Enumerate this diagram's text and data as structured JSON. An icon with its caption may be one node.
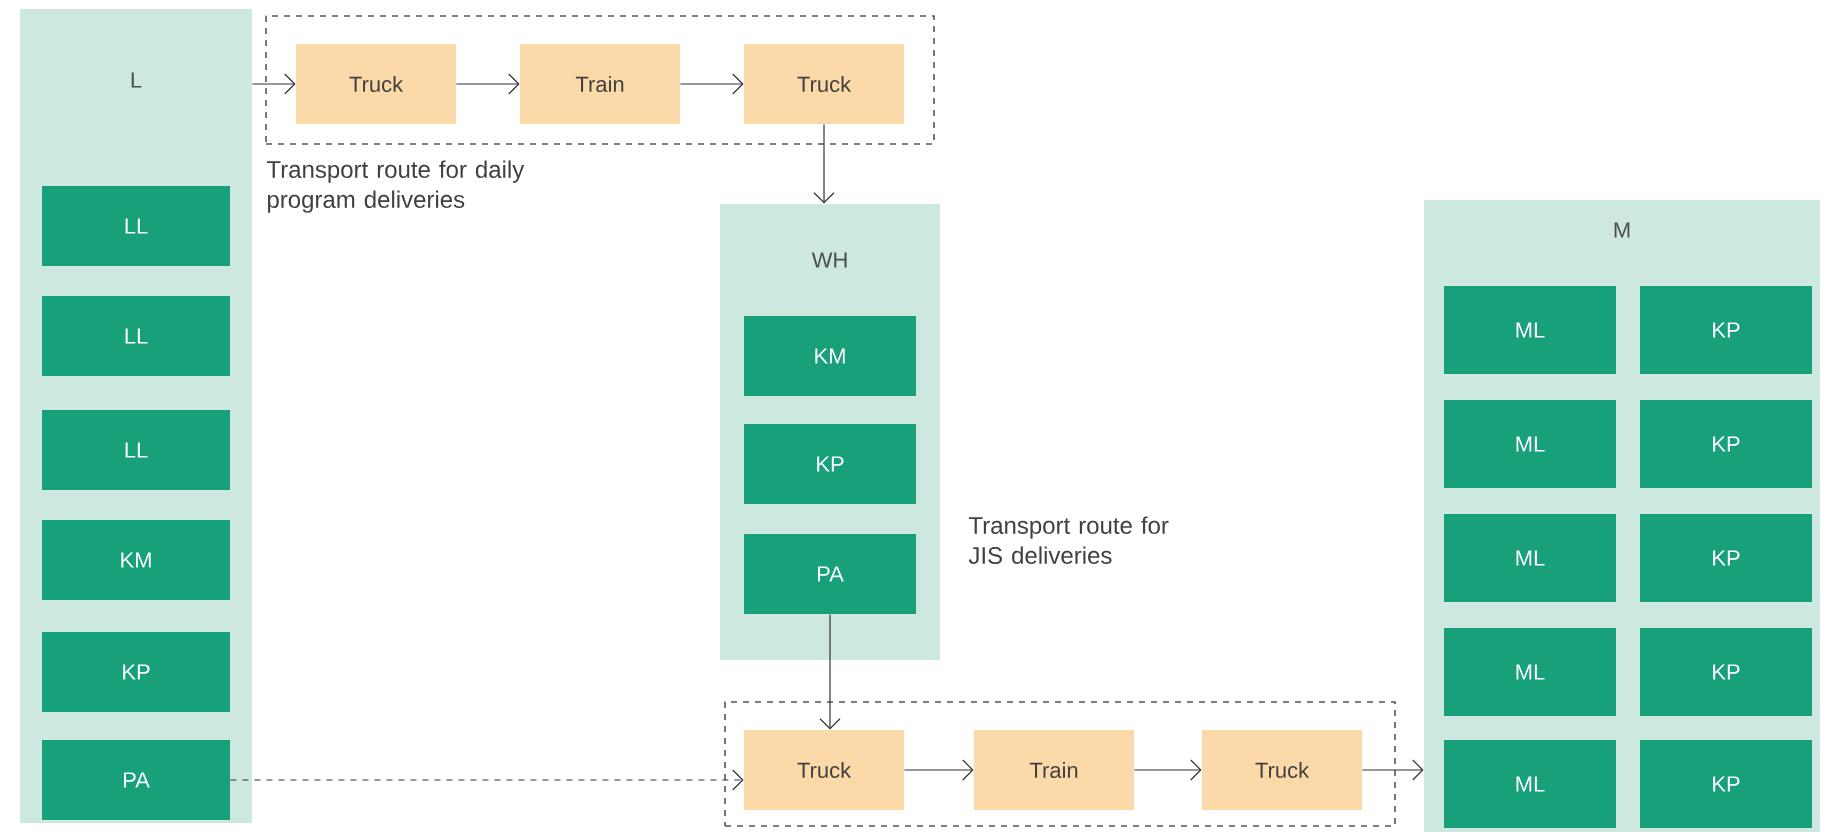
{
  "diagram": {
    "nodes": [
      {
        "text": [
          "L"
        ]
      },
      {
        "text": [
          "LL"
        ],
        "in": 0
      },
      {
        "text": [
          "LL"
        ],
        "in": 0
      },
      {
        "text": [
          "LL"
        ],
        "in": 0
      },
      {
        "text": [
          "KM"
        ],
        "in": 0
      },
      {
        "text": [
          "KP"
        ],
        "in": 0
      },
      {
        "text": [
          "PA"
        ],
        "in": 0
      },
      {
        "text": [],
        "shape": "box",
        "beside": [
          "Transport route for daily program deliveries"
        ]
      },
      {
        "text": [
          "Truck"
        ],
        "in": 7
      },
      {
        "text": [
          "Train"
        ],
        "in": 7
      },
      {
        "text": [
          "Truck"
        ],
        "in": 7
      },
      {
        "text": [
          "WH"
        ]
      },
      {
        "text": [
          "KM"
        ],
        "in": 11
      },
      {
        "text": [
          "KP"
        ],
        "in": 11
      },
      {
        "text": [
          "PA"
        ],
        "in": 11
      },
      {
        "text": [],
        "shape": "box"
      },
      {
        "text": [
          "Truck"
        ],
        "in": 15
      },
      {
        "text": [
          "Train"
        ],
        "in": 15
      },
      {
        "text": [
          "Truck"
        ],
        "in": 15
      },
      {
        "text": [
          "M"
        ]
      },
      {
        "text": [
          "ML"
        ],
        "in": 19
      },
      {
        "text": [
          "KP"
        ],
        "in": 19
      },
      {
        "text": [
          "ML"
        ],
        "in": 19
      },
      {
        "text": [
          "KP"
        ],
        "in": 19
      },
      {
        "text": [
          "ML"
        ],
        "in": 19
      },
      {
        "text": [
          "KP"
        ],
        "in": 19
      },
      {
        "text": [
          "ML"
        ],
        "in": 19
      },
      {
        "text": [
          "KP"
        ],
        "in": 19
      },
      {
        "text": [
          "ML"
        ],
        "in": 19
      },
      {
        "text": [
          "KP"
        ],
        "in": 19
      }
    ],
    "edges": [
      {
        "from": 0,
        "to": 8,
        "arrow": "to"
      },
      {
        "from": 8,
        "to": 9,
        "arrow": "to"
      },
      {
        "from": 9,
        "to": 10,
        "arrow": "to"
      },
      {
        "from": 10,
        "to": 11,
        "arrow": "to"
      },
      {
        "from": 6,
        "to": 16,
        "arrow": "to",
        "style": "dashed"
      },
      {
        "from": 14,
        "to": 16,
        "arrow": "to"
      },
      {
        "from": 16,
        "to": 17,
        "arrow": "to"
      },
      {
        "from": 17,
        "to": 18,
        "arrow": "to"
      },
      {
        "from": 18,
        "to": 19,
        "arrow": "to"
      }
    ],
    "labels": [
      "Transport route for JIS deliveries"
    ]
  }
}
